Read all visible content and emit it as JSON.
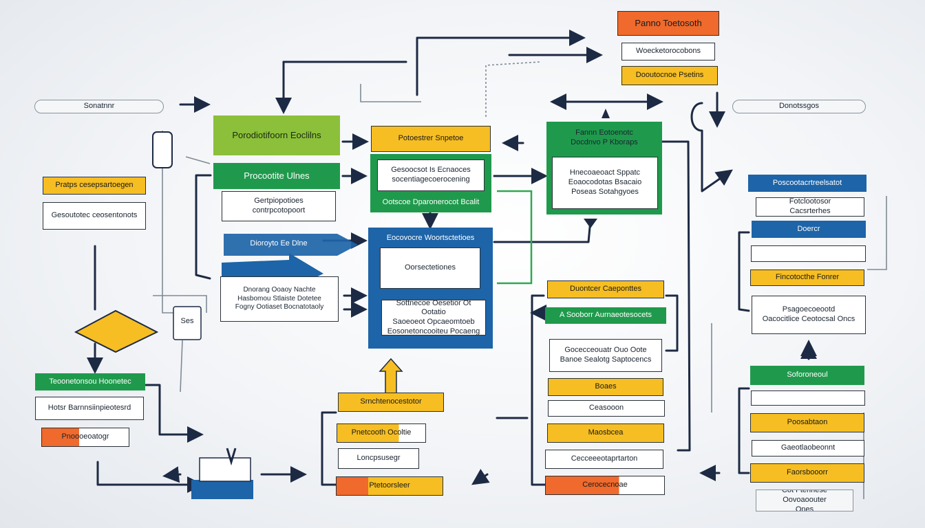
{
  "colors": {
    "orange": "#ef6a2c",
    "yellow": "#f6be22",
    "green": "#1f9a4c",
    "lime": "#8cbf3a",
    "blue": "#1d64a8",
    "navy": "#1d2a44",
    "white": "#ffffff"
  },
  "labels": {
    "top_right_orange": "Panno Toetosoth",
    "top_right_white": "Woecketorocobons",
    "top_right_yellow": "Dooutocnoe Psetins",
    "left_input": "Sonatnnr",
    "right_input": "Donotssgos",
    "left_yellow": "Pratps cesepsartoegen",
    "left_white": "Gesoutotec ceosentonots",
    "center_lime": "Porodiotifoorn Eoclilns",
    "center_green": "Procootite Ulnes",
    "center_white": "Gertpiopotioes\ncontrpcotopoort",
    "arrow_label": "Dioroyto Ee Dlne",
    "arrow_detail": "Dnorang Ooaoy     Nachte\nHasbomou Stlaiste  Dotetee\nFogny Ootiaset Bocnatotaoly",
    "mid_yellow": "Potoestrer Snpetoe",
    "mid_white": "Gesoocsot Is Ecnaoces\nsocentiagecoerocening",
    "mid_green_footer": "Ootscoe Dparonerocot Bcalit",
    "right_green_title": "Fannn Eotoenotc\nDocdnvo P Kboraps",
    "right_white": "Hnecoaeoact Sppatc\nEoaocodotas Bsacaio\nPoseas Sotahgyoes",
    "blue_panel_title": "Eocovocre Woortsctetioes",
    "blue_inner": "Oorsectetiones",
    "blue_white": "Sottnecoe Oesetior Ot Ootatio\nSaoeoeot Opcaeomtoeb\nEosonetoncooiteu Pocaeng",
    "diamond_label": "Ses",
    "left_green": "Teoonetonsou Hoonetec",
    "left_white2": "Hotsr Barnnsiinpieotesrd",
    "left_orange": "Pnoooeoatogr",
    "c_yellow1": "Srnchtenocestotor",
    "c_orange_yellow": "Pnetcooth Ocoltie",
    "c_white": "Loncpsusegr",
    "c_orange_bottom": "Ptetoorsleer",
    "r_yellow1": "Duontcer Caeponttes",
    "r_green": "A Sooborr Aurnaeotesocets",
    "r_white1": "Gocecceouatr Ouo Oote\nBanoe Sealotg Saptocencs",
    "r_yellow2": "Boaes",
    "r_white2": "Ceasooon",
    "r_yellow3": "Maosbcea",
    "r_white3": "Cecceeeotaprtarton",
    "r_orange": "Cerocecnoae",
    "fr_blue": "Poscootacrtreelsatot",
    "fr_white1": "Fotclootosor\nCacsrterhes",
    "fr_blue2": "Doercr",
    "fr_yellow": "Fincotocthe Fonrer",
    "fr_white2": "Psagoecoeootd\nOacocitlice Ceotocsal Oncs",
    "fr_green": "Soforoneoul",
    "fr_yellow2": "Poosabtaon",
    "fr_white3": "Gaeotlaobeonnt",
    "fr_yellow3": "Faorsbooorr",
    "fr_bottom": "Cot Ftennese Oovoaoouter\nOnes"
  }
}
